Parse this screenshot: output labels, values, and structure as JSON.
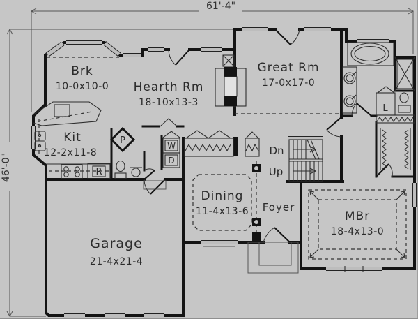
{
  "dimensions": {
    "width_label": "61'-4\"",
    "height_label": "46'-0\""
  },
  "rooms": {
    "brk": {
      "name": "Brk",
      "size": "10-0x10-0"
    },
    "hearth": {
      "name": "Hearth Rm",
      "size": "18-10x13-3"
    },
    "great": {
      "name": "Great Rm",
      "size": "17-0x17-0"
    },
    "kit": {
      "name": "Kit",
      "size": "12-2x11-8"
    },
    "dining": {
      "name": "Dining",
      "size": "11-4x13-6"
    },
    "garage": {
      "name": "Garage",
      "size": "21-4x21-4"
    },
    "mbr": {
      "name": "MBr",
      "size": "18-4x13-0"
    },
    "foyer": {
      "name": "Foyer"
    }
  },
  "annotations": {
    "down": "Dn",
    "up": "Up",
    "linen": "L",
    "pantry": "P",
    "washer": "W",
    "dryer": "D",
    "range": "R"
  },
  "colors": {
    "background": "#c6c6c6",
    "wall": "#141414",
    "text": "#2b2b2b",
    "window": "#bdbdbd"
  }
}
